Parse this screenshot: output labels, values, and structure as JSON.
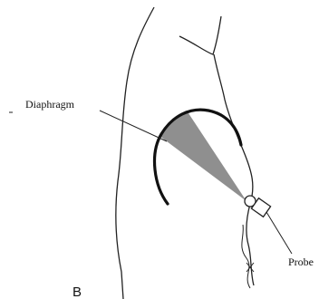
{
  "figure": {
    "panel_label": "B",
    "labels": {
      "diaphragm": "Diaphragm",
      "probe": "Probe"
    },
    "colors": {
      "background": "#ffffff",
      "outline": "#222222",
      "diaphragm_line": "#111111",
      "ultrasound_beam": "#8f8f8f"
    }
  }
}
